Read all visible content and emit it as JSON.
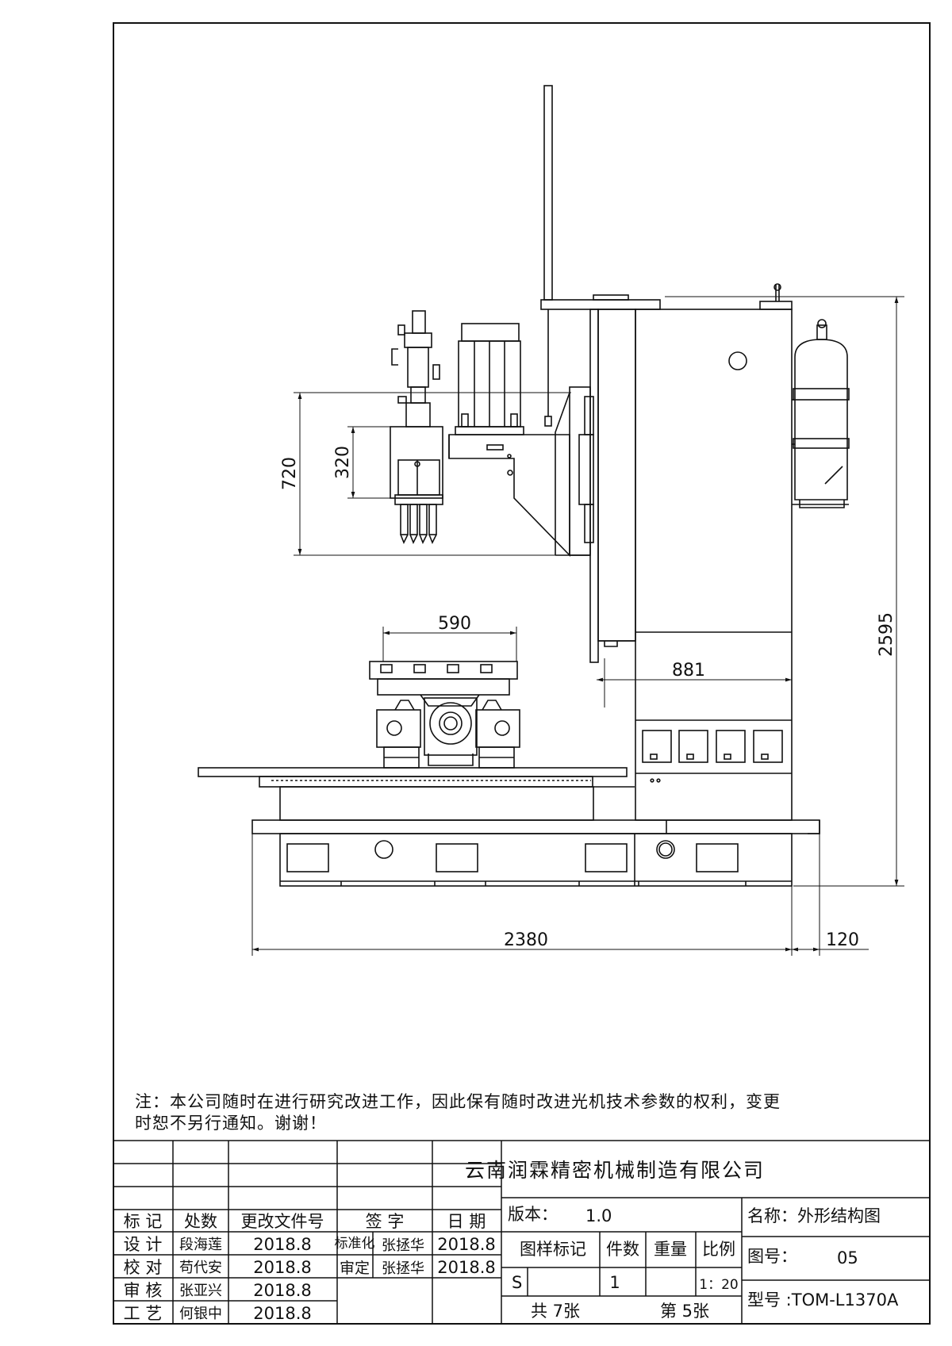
{
  "dimensions": {
    "d720": "720",
    "d320": "320",
    "d590": "590",
    "d881": "881",
    "d2595": "2595",
    "d2380": "2380",
    "d120": "120"
  },
  "note": {
    "line1": "注：本公司随时在进行研究改进工作，因此保有随时改进光机技术参数的权利，变更",
    "line2": "时恕不另行通知。谢谢！"
  },
  "title_block": {
    "company": "云南润霖精密机械制造有限公司",
    "headers": {
      "mark": "标 记",
      "count": "处数",
      "doc": "更改文件号",
      "sign": "签 字",
      "date": "日 期"
    },
    "roles": [
      {
        "role": "设 计",
        "name": "段海莲",
        "date": "2018.8"
      },
      {
        "role": "校 对",
        "name": "苟代安",
        "date": "2018.8"
      },
      {
        "role": "审 核",
        "name": "张亚兴",
        "date": "2018.8"
      },
      {
        "role": "工 艺",
        "name": "何银中",
        "date": "2018.8"
      }
    ],
    "approvals": [
      {
        "role": "标准化",
        "name": "张拯华",
        "date": "2018.8"
      },
      {
        "role": "审定",
        "name": "张拯华",
        "date": "2018.8"
      }
    ],
    "version_label": "版本：",
    "version_value": "1.0",
    "cols": {
      "mark": "图样标记",
      "qty": "件数",
      "weight": "重量",
      "scale": "比例"
    },
    "vals": {
      "mark": "S",
      "qty": "1",
      "weight": "",
      "scale": "1：20"
    },
    "total_sheets": "共 7张",
    "sheet_no": "第 5张",
    "name": "名称：外形结构图",
    "drawing_no_label": "图号：",
    "drawing_no_value": "05",
    "model": "型号 :TOM-L1370A"
  }
}
